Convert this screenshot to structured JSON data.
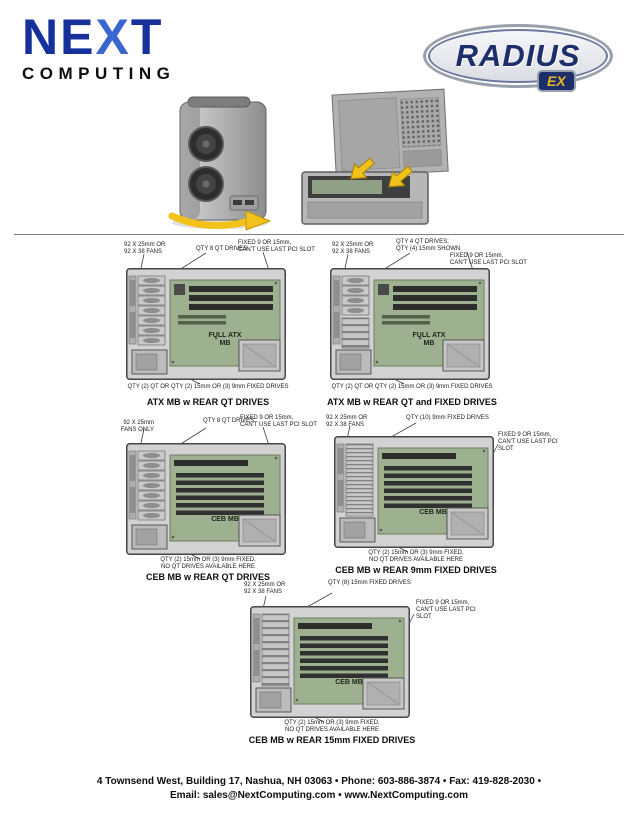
{
  "header": {
    "brand_parts": [
      "NE",
      "X",
      "T"
    ],
    "brand_line2": "COMPUTING",
    "badge_name": "RADIUS",
    "badge_variant": "EX"
  },
  "diagrams": [
    {
      "caption": "ATX MB w REAR QT DRIVES",
      "board_label": "FULL ATX\nMB",
      "callouts": {
        "fans": "92 X 25mm OR\n92 X 38 FANS",
        "drives": "QTY 8 QT DRIVES",
        "pci": "FIXED 9 OR 15mm,\nCAN'T USE LAST PCI SLOT",
        "rear": "QTY (2) QT OR QTY (2) 15mm OR (3) 9mm FIXED DRIVES"
      }
    },
    {
      "caption": "ATX MB w REAR QT and FIXED DRIVES",
      "board_label": "FULL ATX\nMB",
      "callouts": {
        "fans": "92 X 25mm OR\n92 X 38 FANS",
        "drives": "QTY 4 QT DRIVES;\nQTY (4) 15mm SHOWN",
        "pci": "FIXED 9 OR 15mm,\nCAN'T USE LAST PCI SLOT",
        "rear": "QTY (2) QT OR QTY (2) 15mm OR (3) 9mm FIXED DRIVES"
      }
    },
    {
      "caption": "CEB MB w REAR QT DRIVES",
      "board_label": "CEB MB",
      "callouts": {
        "fans": "92 X 25mm\nFANS ONLY",
        "drives": "QTY 8 QT DRIVES",
        "pci": "FIXED 9 OR 15mm,\nCAN'T USE LAST PCI SLOT",
        "rear": "QTY (2) 15mm OR (3) 9mm FIXED,\nNO QT DRIVES AVAILABLE HERE"
      }
    },
    {
      "caption": "CEB MB w REAR 9mm FIXED DRIVES",
      "board_label": "CEB MB",
      "callouts": {
        "fans": "92 X 25mm OR\n92 X 38 FANS",
        "drives": "QTY (10) 9mm FIXED DRIVES",
        "pci": "FIXED 9 OR 15mm,\nCAN'T USE LAST PCI SLOT",
        "rear": "QTY (2) 15mm OR (3) 9mm FIXED,\nNO QT DRIVES AVAILABLE HERE"
      }
    },
    {
      "caption": "CEB MB w REAR 15mm FIXED DRIVES",
      "board_label": "CEB MB",
      "callouts": {
        "fans": "92 X 25mm OR\n92 X 38 FANS",
        "drives": "QTY (8) 15mm FIXED DRIVES",
        "pci": "FIXED 9 OR 15mm,\nCAN'T USE LAST PCI SLOT",
        "rear": "QTY (2) 15mm OR (3) 9mm FIXED,\nNO QT DRIVES AVAILABLE HERE"
      }
    }
  ],
  "footer": {
    "address_line": "4 Townsend West, Building 17, Nashua, NH 03063 • Phone: 603-886-3874 • Fax: 419-828-2030 •",
    "email_label": "Email: ",
    "email": "sales@NextComputing.com",
    "bullet": " • ",
    "website": "www.NextComputing.com"
  },
  "colors": {
    "brand_blue": "#16309c",
    "badge_navy": "#1d2f6b",
    "badge_gold": "#eab71f",
    "arrow_yellow": "#f2c21a",
    "board_green": "#9db08f"
  }
}
